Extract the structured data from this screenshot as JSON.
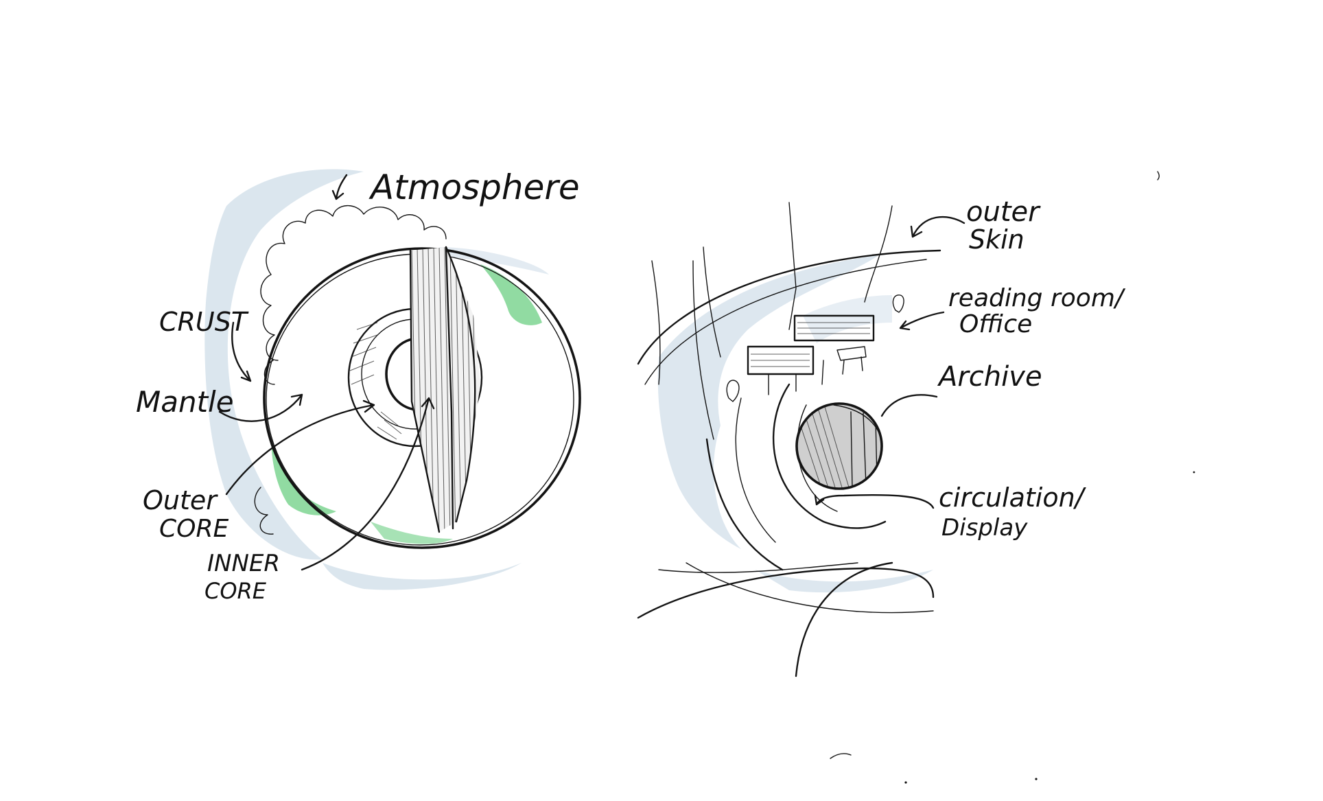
{
  "colors": {
    "ink": "#141414",
    "wash_blue": "#d7e3ec",
    "wash_green": "#6ccf83",
    "background": "#ffffff"
  },
  "earth_labels": {
    "atmosphere": "Atmosphere",
    "crust": "CRUST",
    "mantle": "Mantle",
    "outer_core_1": "Outer",
    "outer_core_2": "CORE",
    "inner_core_1": "INNER",
    "inner_core_2": "CORE"
  },
  "building_labels": {
    "outer_skin_1": "outer",
    "outer_skin_2": "Skin",
    "reading_1": "reading room/",
    "reading_2": "Office",
    "archive": "Archive",
    "circulation_1": "circulation/",
    "circulation_2": "Display"
  }
}
